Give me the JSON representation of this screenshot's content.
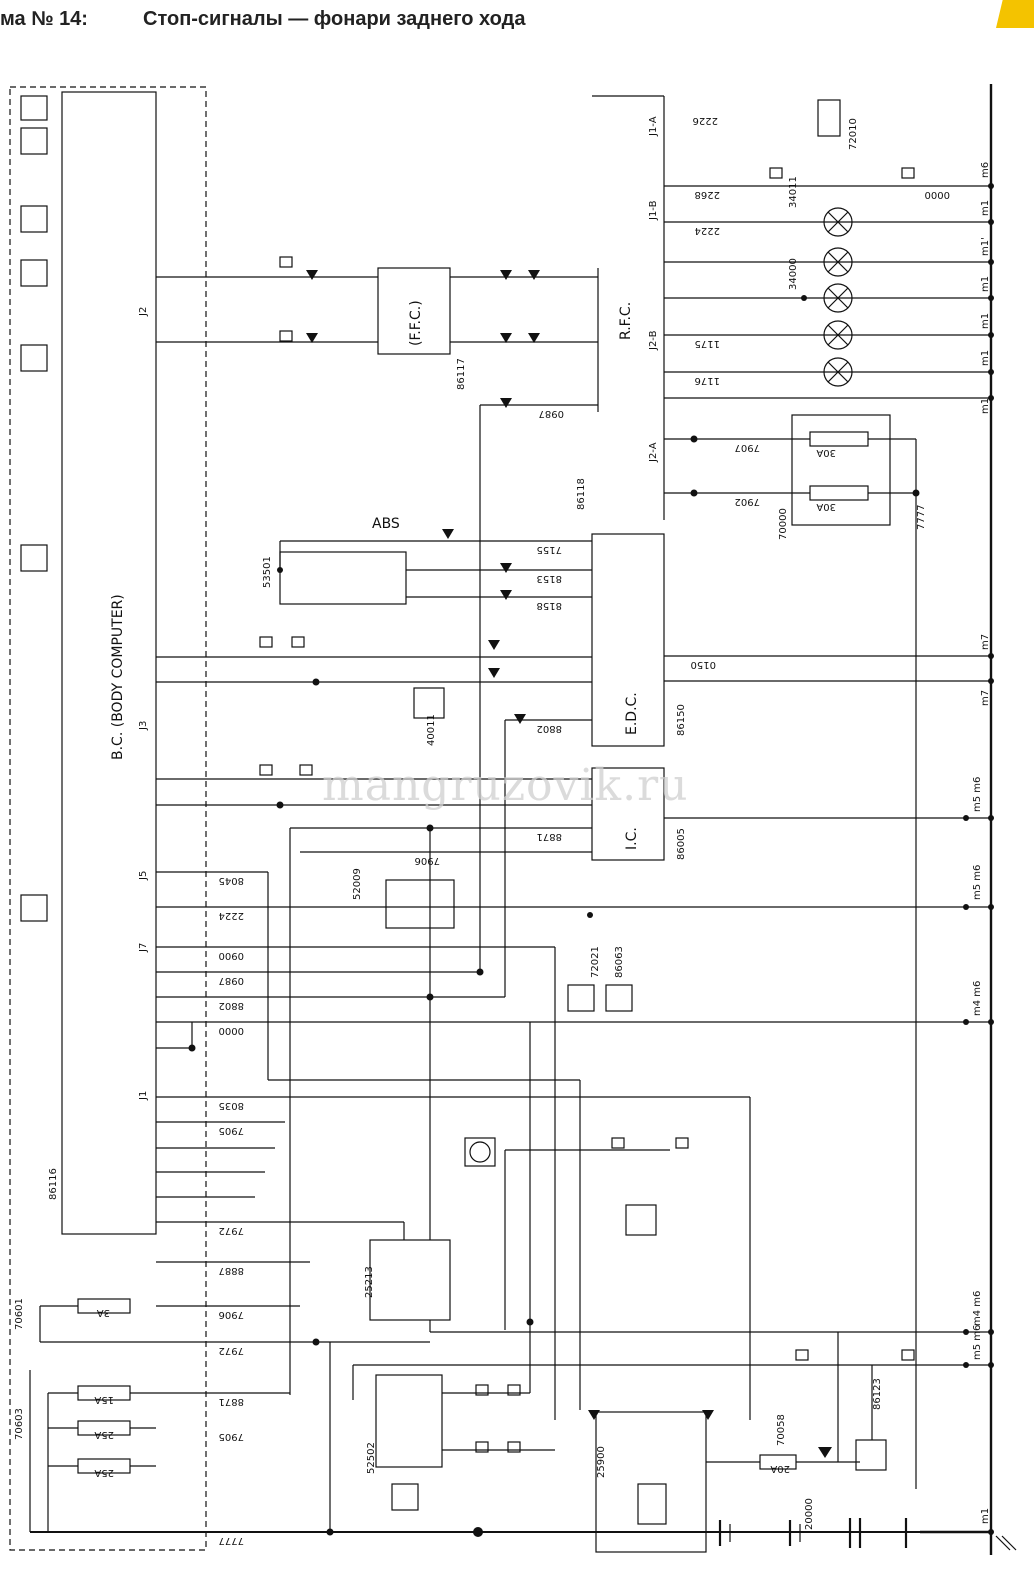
{
  "header": {
    "scheme_number": "ма № 14:",
    "scheme_title": "Стоп-сигналы — фонари заднего хода"
  },
  "watermark": "mangruzovik.ru",
  "blocks": {
    "body_computer": "B.C. (BODY COMPUTER)",
    "ffc": "(F.F.C.)",
    "rfc": "R.F.C.",
    "edc": "E.D.C.",
    "ic": "I.C.",
    "abs": "ABS"
  },
  "component_codes": [
    "86116",
    "70601",
    "70603",
    "86117",
    "53501",
    "52009",
    "25213",
    "52502",
    "25900",
    "20000",
    "70058",
    "86123",
    "40011",
    "72021",
    "86063",
    "86150",
    "86005",
    "72010",
    "34011",
    "34000",
    "70000",
    "86118"
  ],
  "ground_labels": [
    "m6",
    "m1",
    "m1'",
    "m1",
    "m1",
    "m1",
    "m1",
    "m7",
    "m7",
    "m5 m6",
    "m5 m6",
    "m4 m6",
    "m4 m6",
    "m5 m6",
    "m1"
  ],
  "wire_codes": [
    "0000",
    "2226",
    "2268",
    "2224",
    "1175",
    "1176",
    "7902",
    "7907",
    "7777",
    "0150",
    "8158",
    "8153",
    "7155",
    "0987",
    "8802",
    "8871",
    "7906",
    "8045",
    "2224",
    "0900",
    "0987",
    "8802",
    "0000",
    "8035",
    "7905",
    "7972",
    "8887",
    "7906",
    "7972",
    "8871",
    "7905",
    "7777"
  ],
  "connectors": [
    "J1",
    "J2",
    "J3",
    "J5",
    "J7",
    "J1-A",
    "J1-B",
    "J2-A",
    "J2-B"
  ],
  "fuses": [
    "30A",
    "30A",
    "3A",
    "15A",
    "25A",
    "25A",
    "20A"
  ],
  "colors": {
    "line": "#111111",
    "watermark": "#c8c8c8",
    "badge": "#f4c300"
  }
}
